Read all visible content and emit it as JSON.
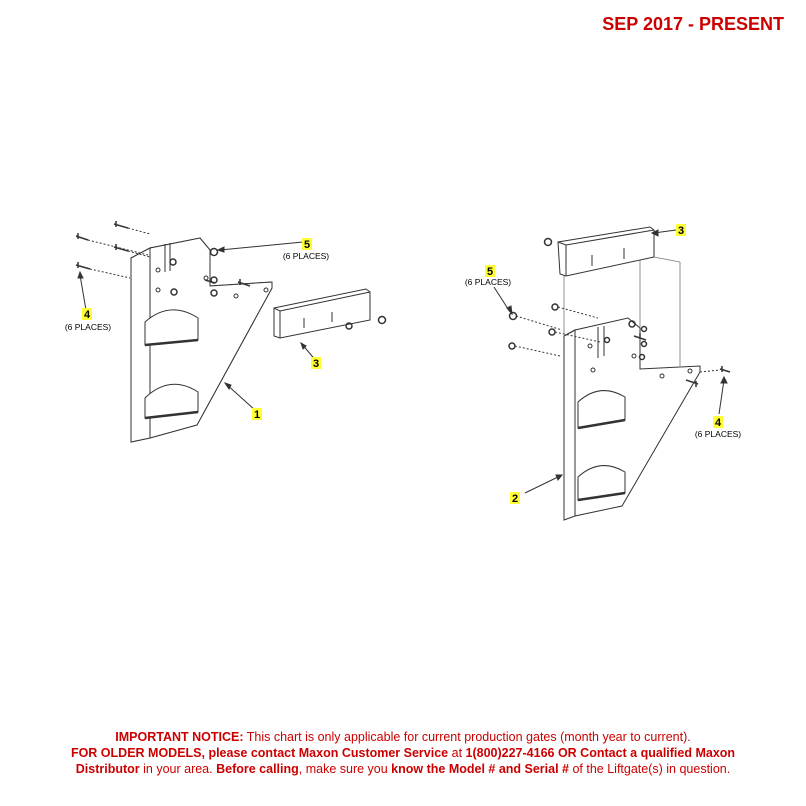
{
  "header": {
    "date_range": "SEP 2017 - PRESENT"
  },
  "callouts": {
    "left_1": "1",
    "left_3": "3",
    "left_4": "4",
    "left_4_places": "(6 PLACES)",
    "left_5": "5",
    "left_5_places": "(6 PLACES)",
    "right_2": "2",
    "right_3": "3",
    "right_4": "4",
    "right_4_places": "(6 PLACES)",
    "right_5": "5",
    "right_5_places": "(6 PLACES)"
  },
  "notice": {
    "line1_bold": "IMPORTANT NOTICE:",
    "line1_rest": " This chart is only applicable for current production gates (month year to current).",
    "line2_bold_a": "FOR OLDER MODELS, please contact Maxon Customer Service",
    "line2_mid": " at ",
    "line2_bold_b": "1(800)227-4166 OR Contact a qualified Maxon",
    "line3_bold_a": "Distributor",
    "line3_mid_a": " in your area. ",
    "line3_bold_b": "Before calling",
    "line3_mid_b": ", make sure you ",
    "line3_bold_c": "know the Model # and Serial #",
    "line3_rest": " of the Liftgate(s) in question."
  },
  "colors": {
    "header_red": "#cc0000",
    "notice_red": "#cc0000",
    "callout_highlight": "#ffff33",
    "line_art": "#333333",
    "plate_fill": "#ffffff",
    "slot_fill": "#555555"
  }
}
